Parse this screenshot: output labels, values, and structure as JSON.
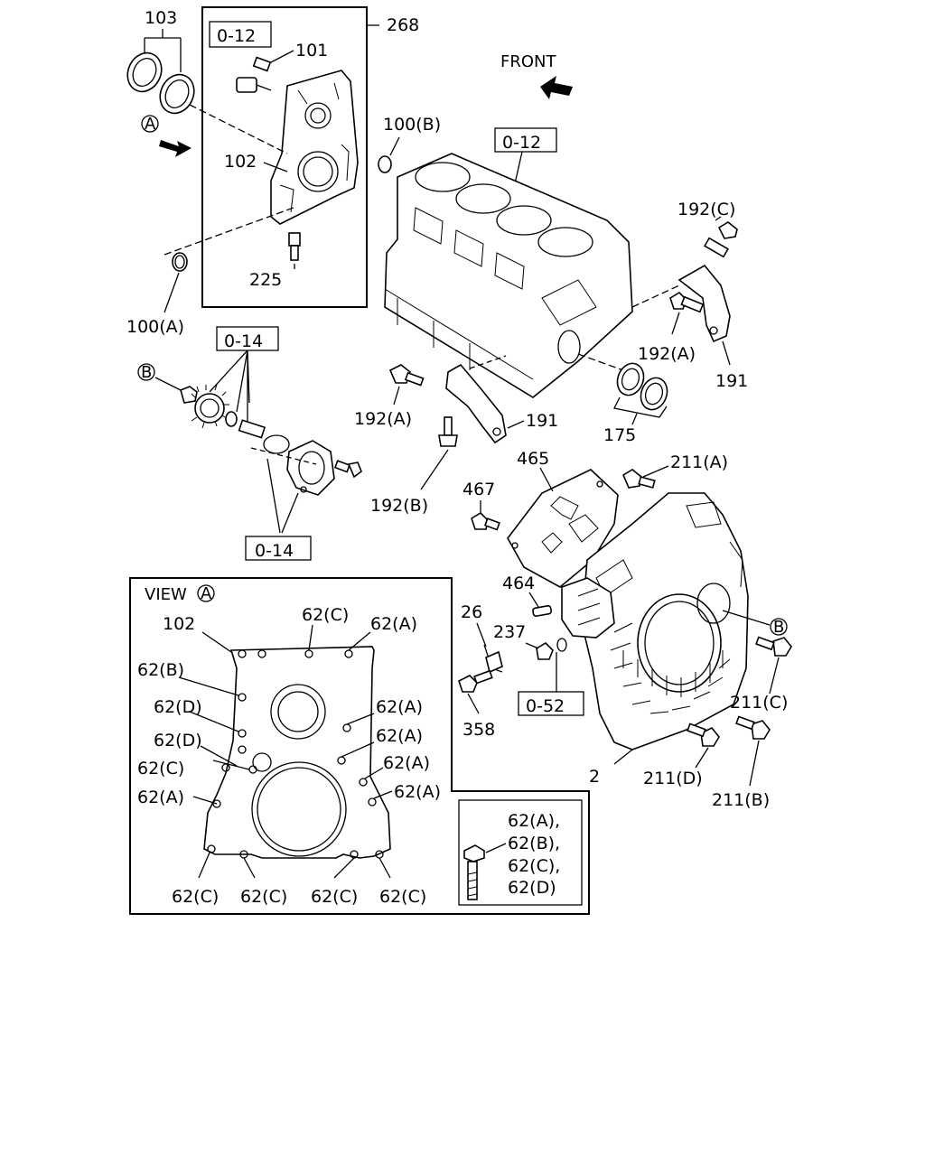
{
  "front_label": "FRONT",
  "callouts": {
    "c103": "103",
    "c268": "268",
    "c101": "101",
    "c102": "102",
    "c225": "225",
    "c100a": "100(A)",
    "c100b": "100(B)",
    "c192c": "192(C)",
    "c192a_right": "192(A)",
    "c191_right": "191",
    "c175": "175",
    "c191_mid": "191",
    "c192a_mid": "192(A)",
    "c192b": "192(B)",
    "c465": "465",
    "c467": "467",
    "c211a": "211(A)",
    "c464": "464",
    "c26": "26",
    "c237": "237",
    "c358": "358",
    "c211c": "211(C)",
    "c211d": "211(D)",
    "c211b": "211(B)",
    "c2": "2"
  },
  "ref_boxes": {
    "r1": "0-12",
    "r2": "0-12",
    "r3": "0-14",
    "r4": "0-14",
    "r5": "0-52"
  },
  "markers": {
    "a": "A",
    "b": "B",
    "b2": "B"
  },
  "view": {
    "title": "VIEW",
    "marker": "A",
    "part": "102",
    "labels": [
      "62(C)",
      "62(A)",
      "62(B)",
      "62(D)",
      "62(A)",
      "62(D)",
      "62(A)",
      "62(C)",
      "62(A)",
      "62(A)",
      "62(A)",
      "62(C)",
      "62(C)",
      "62(C)",
      "62(C)"
    ],
    "legend": [
      "62(A),",
      "62(B),",
      "62(C),",
      "62(D)"
    ]
  }
}
